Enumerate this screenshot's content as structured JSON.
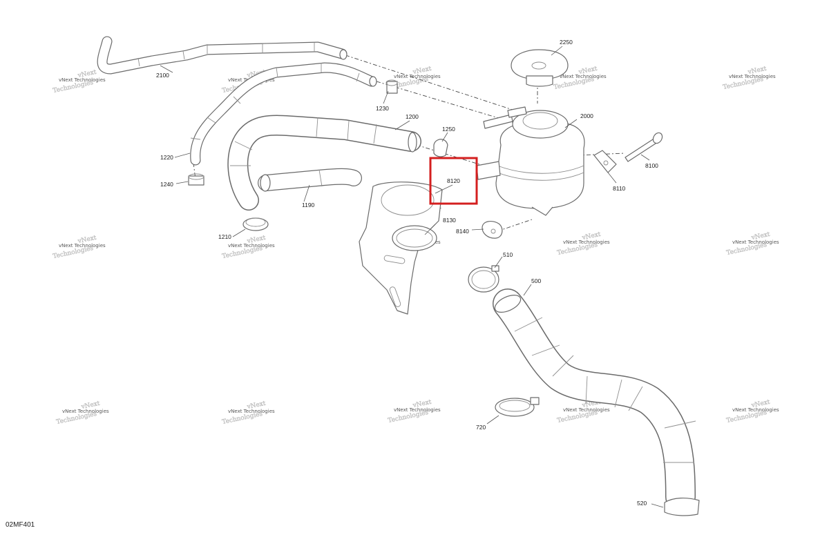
{
  "diagram_id": "02MF401",
  "highlighted_callout": "8120",
  "watermark": {
    "line1": "vNext",
    "line2": "Technologies",
    "caption": "vNext Technologies"
  },
  "callouts": {
    "c2100": "2100",
    "c2250": "2250",
    "c1230": "1230",
    "c2000": "2000",
    "c1200": "1200",
    "c1250": "1250",
    "c8100": "8100",
    "c1220": "1220",
    "c8120": "8120",
    "c8110": "8110",
    "c1240": "1240",
    "c1190": "1190",
    "c8130": "8130",
    "c8140": "8140",
    "c1210": "1210",
    "c510": "510",
    "c500": "500",
    "c720": "720",
    "c520": "520"
  },
  "colors": {
    "highlight": "#d41f1f",
    "line": "#6a6a6a",
    "watermark": "#c8c8c8"
  }
}
